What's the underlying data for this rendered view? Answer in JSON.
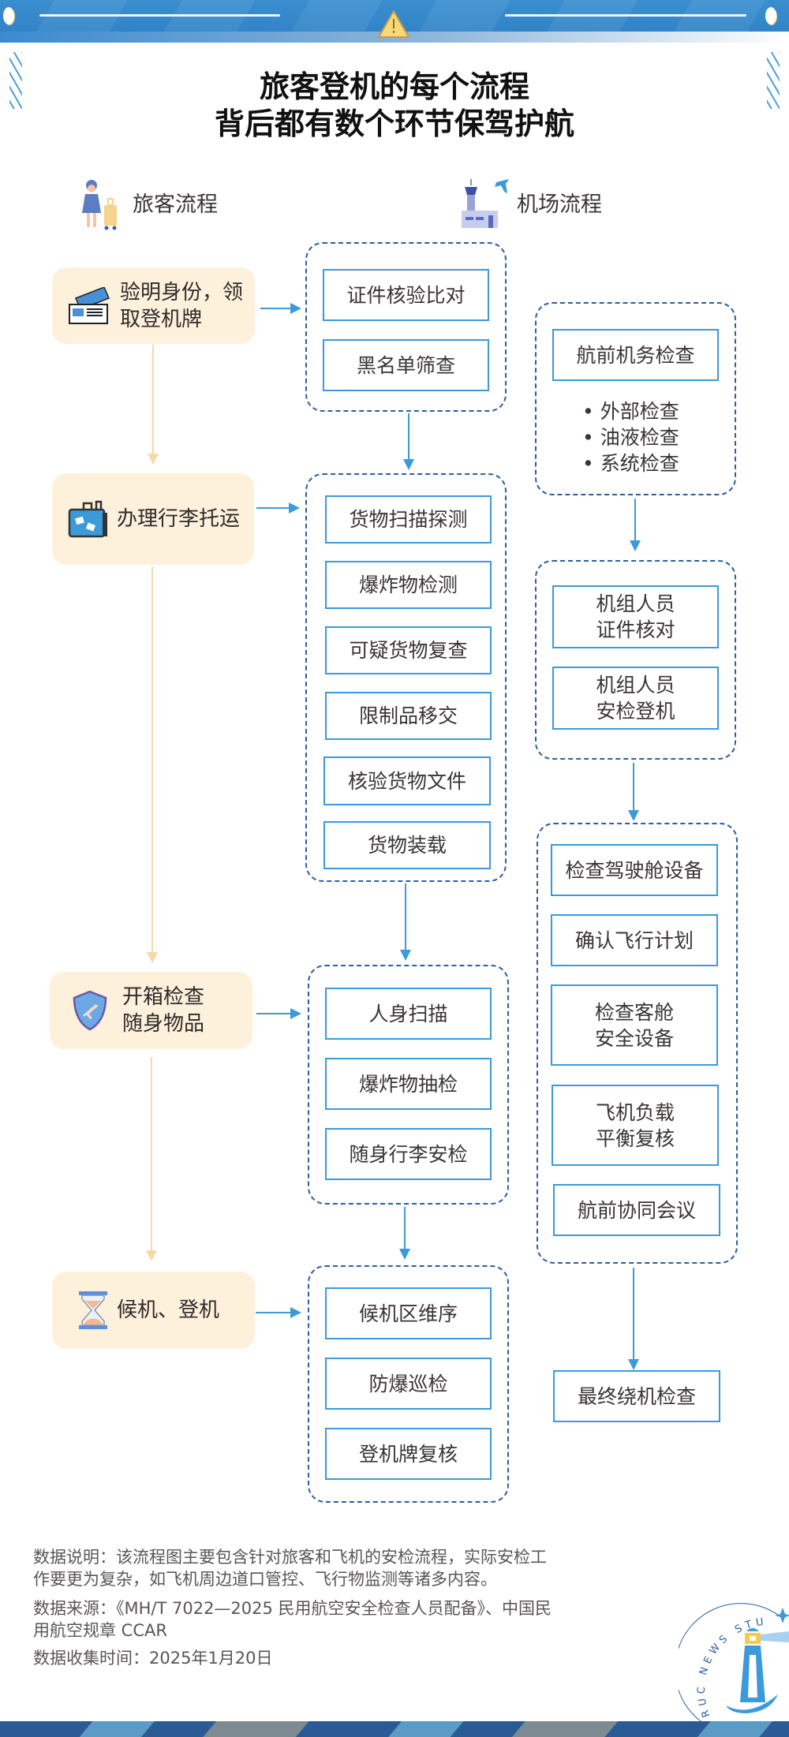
{
  "header": {
    "title_line1": "旅客登机的每个流程",
    "title_line2": "背后都有数个环节保驾护航",
    "warning_icon": "warning-triangle-icon"
  },
  "columns": {
    "passenger_label": "旅客流程",
    "passenger_icon": "traveler-icon",
    "airport_label": "机场流程",
    "airport_icon": "control-tower-icon"
  },
  "passenger_steps": [
    {
      "label": "验明身份，领\n取登机牌",
      "line1": "验明身份，领",
      "line2": "取登机牌",
      "icon": "boarding-pass-icon"
    },
    {
      "label": "办理行李托运",
      "line1": "办理行李托运",
      "line2": "",
      "icon": "luggage-icon"
    },
    {
      "label": "开箱检查随身物品",
      "line1": "开箱检查",
      "line2": "随身物品",
      "icon": "shield-plane-icon"
    },
    {
      "label": "候机、登机",
      "line1": "候机、登机",
      "line2": "",
      "icon": "hourglass-icon"
    }
  ],
  "security_groups": [
    {
      "items": [
        "证件核验比对",
        "黑名单筛查"
      ]
    },
    {
      "items": [
        "货物扫描探测",
        "爆炸物检测",
        "可疑货物复查",
        "限制品移交",
        "核验货物文件",
        "货物装载"
      ]
    },
    {
      "items": [
        "人身扫描",
        "爆炸物抽检",
        "随身行李安检"
      ]
    },
    {
      "items": [
        "候机区维序",
        "防爆巡检",
        "登机牌复核"
      ]
    }
  ],
  "aircraft_groups": [
    {
      "title": "航前机务检查",
      "bullets": [
        "外部检查",
        "油液检查",
        "系统检查"
      ]
    },
    {
      "items": [
        {
          "l1": "机组人员",
          "l2": "证件核对"
        },
        {
          "l1": "机组人员",
          "l2": "安检登机"
        }
      ]
    },
    {
      "items": [
        {
          "l1": "检查驾驶舱设备",
          "l2": ""
        },
        {
          "l1": "确认飞行计划",
          "l2": ""
        },
        {
          "l1": "检查客舱",
          "l2": "安全设备"
        },
        {
          "l1": "飞机负载",
          "l2": "平衡复核"
        },
        {
          "l1": "航前协同会议",
          "l2": ""
        }
      ]
    },
    {
      "final": "最终绕机检查"
    }
  ],
  "footer": {
    "note_line1": "数据说明：该流程图主要包含针对旅客和飞机的安检流程，实际安检工",
    "note_line2": "作要更为复杂，如飞机周边道口管控、飞行物监测等诸多内容。",
    "source_line1": "数据来源：《MH/T 7022—2025 民用航空安全检查人员配备》、中国民",
    "source_line2": "用航空规章 CCAR",
    "date": "数据收集时间：2025年1月20日"
  },
  "logo": {
    "text": "RUC NEWS STUDIO",
    "icon": "lighthouse-icon"
  },
  "colors": {
    "banner_blue": "#2f7fc4",
    "dashed_border": "#2c5f9e",
    "step_border": "#3b9ad9",
    "passenger_bg": "#fdf1dc",
    "tan_arrow": "#f7d9a8"
  }
}
